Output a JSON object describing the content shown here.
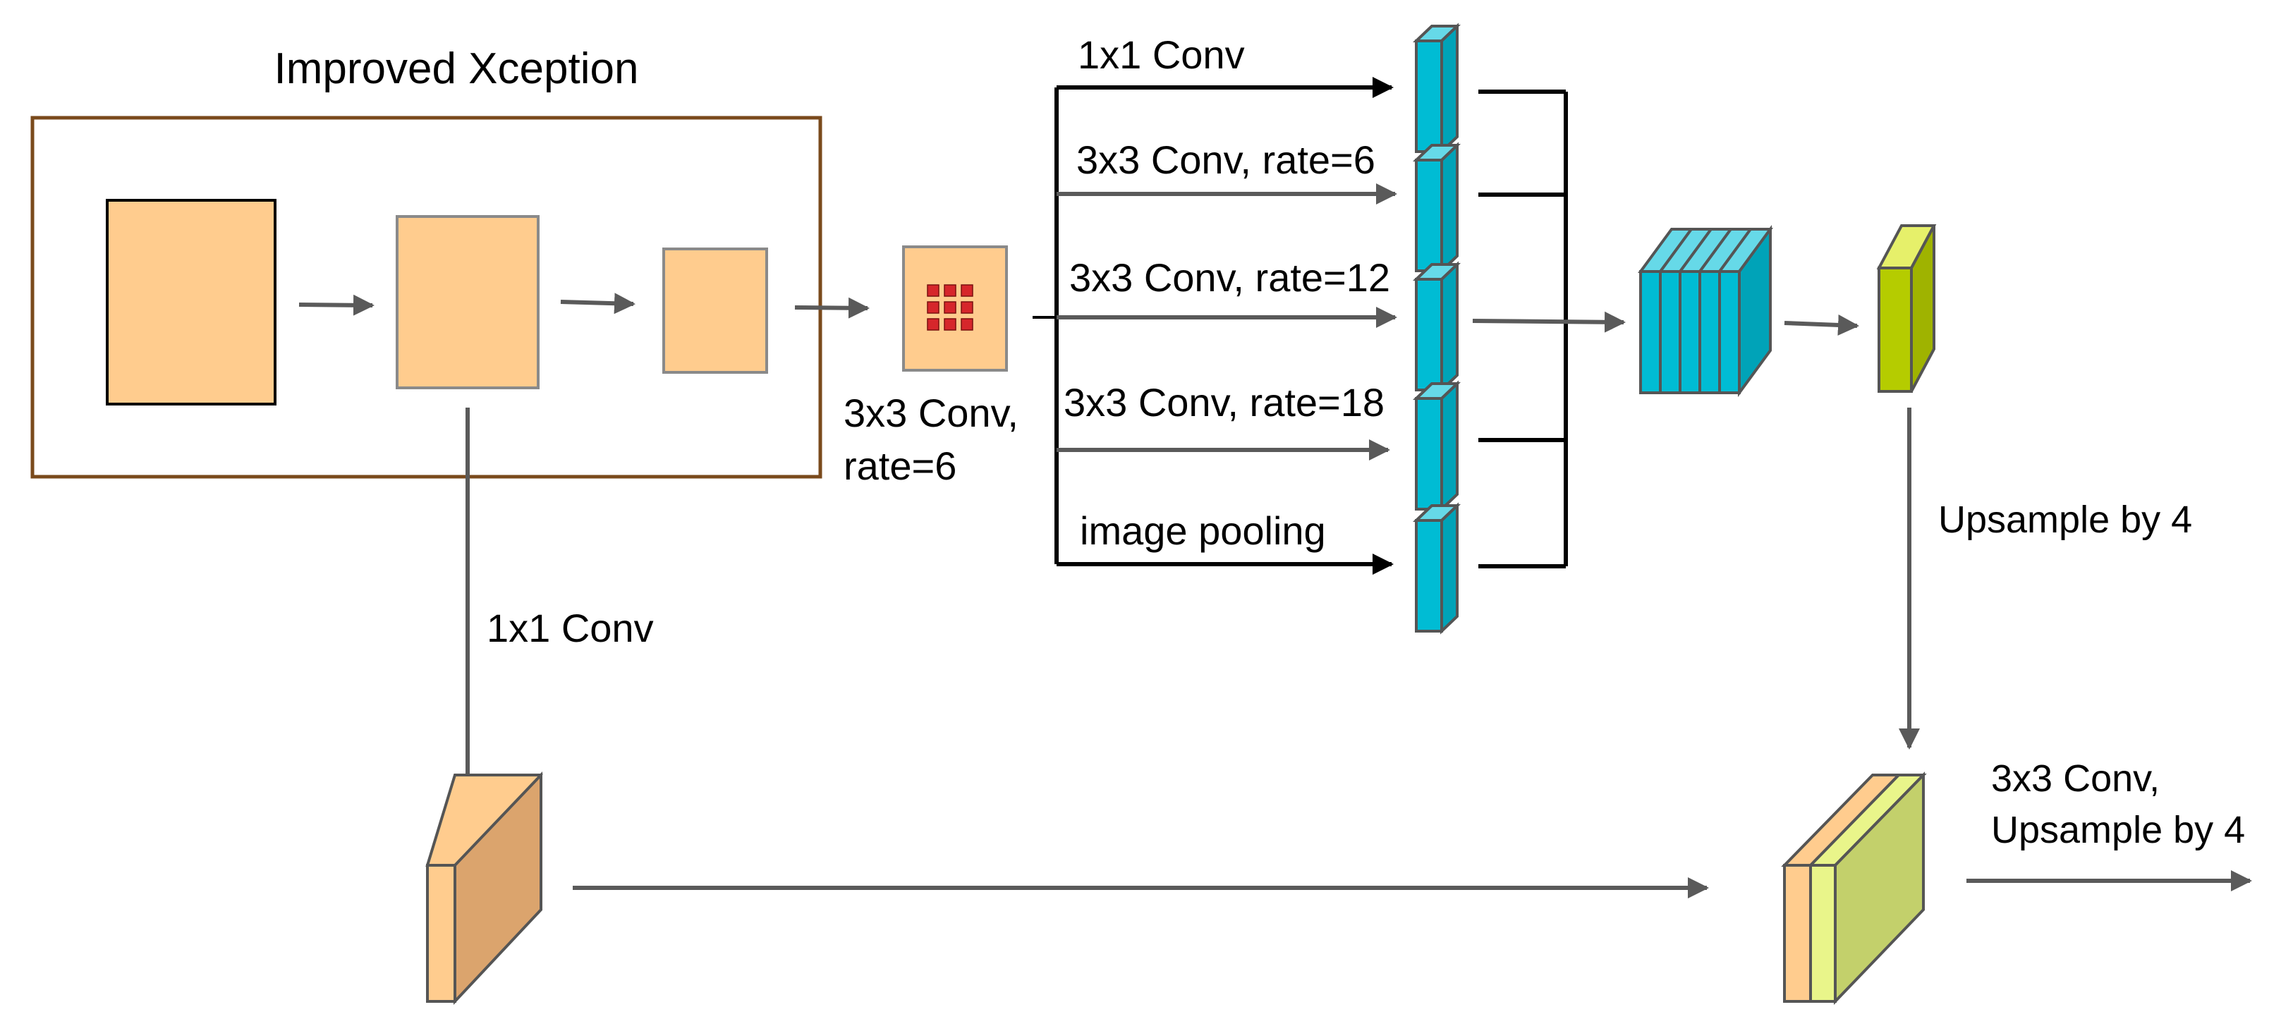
{
  "encoder": {
    "title": "Improved Xception"
  },
  "atrous_conv": {
    "label_line1": "3x3 Conv,",
    "label_line2": "rate=6"
  },
  "aspp": {
    "branches": [
      {
        "label": "1x1 Conv"
      },
      {
        "label": "3x3 Conv, rate=6"
      },
      {
        "label": "3x3 Conv, rate=12"
      },
      {
        "label": "3x3 Conv, rate=18"
      },
      {
        "label": "image pooling"
      }
    ]
  },
  "lowlevel": {
    "label": "1x1 Conv"
  },
  "upsample": {
    "label": "Upsample by 4"
  },
  "final": {
    "label_line1": "3x3 Conv,",
    "label_line2": "Upsample by 4"
  },
  "colors": {
    "feature_orange": "#ffcc8e",
    "feature_orange_dark": "#dba46d",
    "aspp_cyan": "#00bcd4",
    "decoder_green": "#c3d06b",
    "decoder_yellow": "#e9f58a",
    "lime": "#b5cc00",
    "encoder_border": "#7a4a1c",
    "arrow_gray": "#5a5a5a",
    "grid_red": "#d6262b"
  }
}
